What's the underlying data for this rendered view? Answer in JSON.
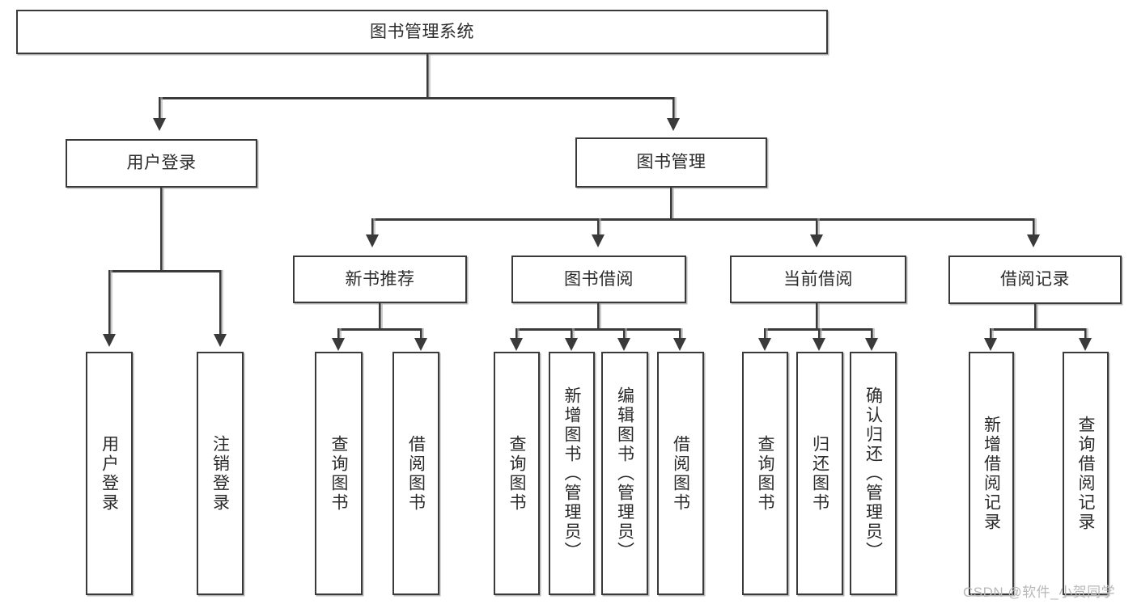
{
  "diagram": {
    "type": "hierarchy-tree",
    "title": "图书管理系统",
    "levels": 4,
    "root": {
      "label": "图书管理系统"
    },
    "level2": [
      {
        "id": "user-login",
        "label": "用户登录"
      },
      {
        "id": "book-management",
        "label": "图书管理"
      }
    ],
    "level3": [
      {
        "id": "new-book-recommend",
        "label": "新书推荐",
        "parent": "book-management"
      },
      {
        "id": "book-borrow",
        "label": "图书借阅",
        "parent": "book-management"
      },
      {
        "id": "current-borrow",
        "label": "当前借阅",
        "parent": "book-management"
      },
      {
        "id": "borrow-record",
        "label": "借阅记录",
        "parent": "book-management"
      }
    ],
    "leaves": {
      "user-login": [
        {
          "id": "leaf-user-login",
          "label": "用户登录"
        },
        {
          "id": "leaf-logout",
          "label": "注销登录"
        }
      ],
      "new-book-recommend": [
        {
          "id": "leaf-query-book-1",
          "label": "查询图书"
        },
        {
          "id": "leaf-borrow-book-1",
          "label": "借阅图书"
        }
      ],
      "book-borrow": [
        {
          "id": "leaf-query-book-2",
          "label": "查询图书"
        },
        {
          "id": "leaf-add-book",
          "label": "新增图书（管理员）"
        },
        {
          "id": "leaf-edit-book",
          "label": "编辑图书（管理员）"
        },
        {
          "id": "leaf-borrow-book-2",
          "label": "借阅图书"
        }
      ],
      "current-borrow": [
        {
          "id": "leaf-query-book-3",
          "label": "查询图书"
        },
        {
          "id": "leaf-return-book",
          "label": "归还图书"
        },
        {
          "id": "leaf-confirm-return",
          "label": "确认归还（管理员）"
        }
      ],
      "borrow-record": [
        {
          "id": "leaf-add-record",
          "label": "新增借阅记录"
        },
        {
          "id": "leaf-query-record",
          "label": "查询借阅记录"
        }
      ]
    }
  },
  "watermark": {
    "text": "CSDN @软件_小贺同学"
  },
  "colors": {
    "line": "#3a3a3a",
    "box_fill": "#ffffff",
    "text": "#2b2b2b",
    "watermark": "#b8b8b8",
    "background": "#ffffff"
  }
}
